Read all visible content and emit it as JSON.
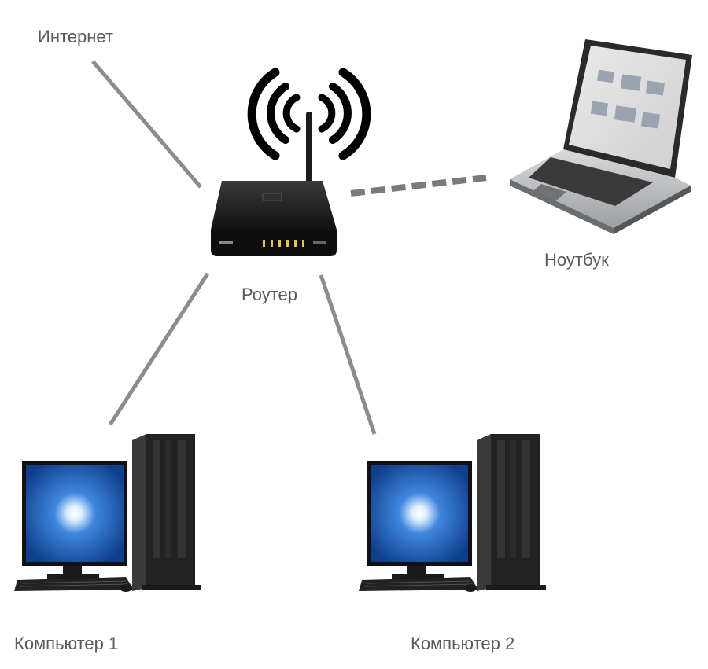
{
  "labels": {
    "internet": "Интернет",
    "router": "Роутер",
    "laptop": "Ноутбук",
    "computer1": "Компьютер 1",
    "computer2": "Компьютер 2"
  },
  "colors": {
    "link": "#8c8c8c",
    "wireless_link": "#7a7a7a",
    "label_text": "#5a5a5a",
    "router_body": "#1c1c1c",
    "router_led": "#e8c640",
    "screen_blue": "#1e5fb8",
    "tower": "#222222"
  },
  "nodes": [
    {
      "id": "internet",
      "icon": "internet-label"
    },
    {
      "id": "router",
      "icon": "router-icon"
    },
    {
      "id": "laptop",
      "icon": "laptop-icon"
    },
    {
      "id": "computer1",
      "icon": "desktop-computer-icon"
    },
    {
      "id": "computer2",
      "icon": "desktop-computer-icon"
    }
  ],
  "edges": [
    {
      "from": "internet",
      "to": "router",
      "style": "wired"
    },
    {
      "from": "router",
      "to": "laptop",
      "style": "wireless-dashed"
    },
    {
      "from": "router",
      "to": "computer1",
      "style": "wired"
    },
    {
      "from": "router",
      "to": "computer2",
      "style": "wired"
    }
  ]
}
